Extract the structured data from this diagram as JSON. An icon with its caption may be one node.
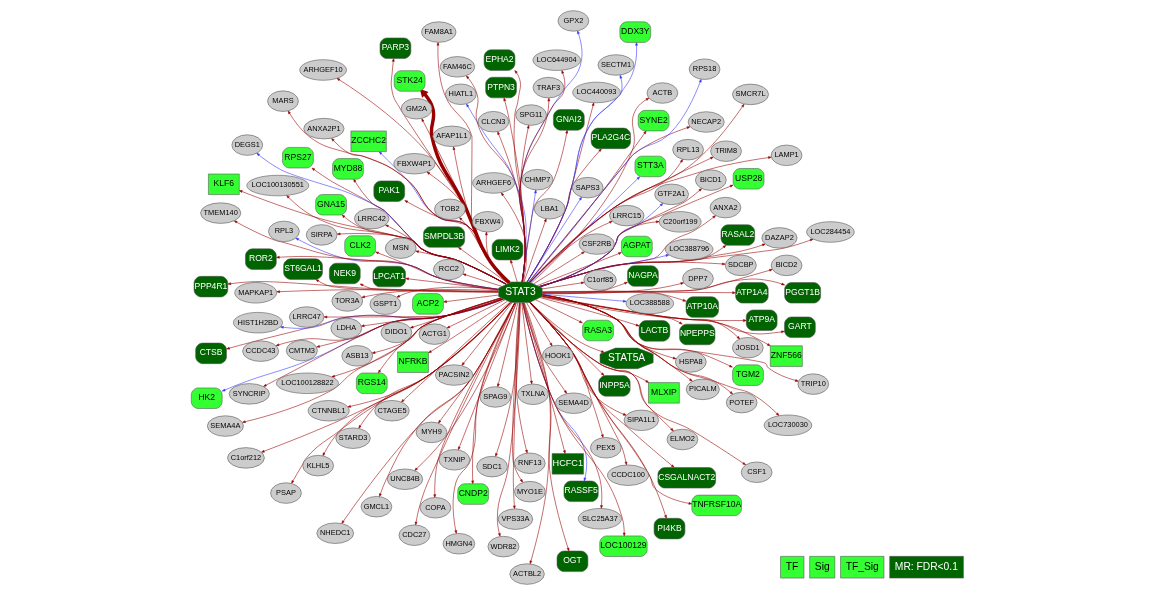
{
  "diagram": {
    "nodes": [
      {
        "text": [
          "STAT3"
        ]
      },
      {
        "text": [
          "STAT5A"
        ]
      },
      {
        "text": [
          "HCFC1"
        ]
      },
      {
        "text": [
          "ZCCHC2"
        ]
      },
      {
        "text": [
          "ZNF566"
        ]
      },
      {
        "text": [
          "KLF6"
        ]
      },
      {
        "text": [
          "NFRKB"
        ]
      },
      {
        "text": [
          "MLXIP"
        ]
      },
      {
        "text": [
          "RASSF5"
        ]
      },
      {
        "text": [
          "CSGALNACT2"
        ]
      },
      {
        "text": [
          "OGT"
        ]
      },
      {
        "text": [
          "LPCAT1"
        ]
      },
      {
        "text": [
          "ATP10A"
        ]
      },
      {
        "text": [
          "ATP1A4"
        ]
      },
      {
        "text": [
          "EPHA2"
        ]
      },
      {
        "text": [
          "PI4KB"
        ]
      },
      {
        "text": [
          "INPP5A"
        ]
      },
      {
        "text": [
          "PAK1"
        ]
      },
      {
        "text": [
          "GNA15"
        ]
      },
      {
        "text": [
          "RPS27"
        ]
      },
      {
        "text": [
          "HK2"
        ]
      },
      {
        "text": [
          "ACP2"
        ]
      },
      {
        "text": [
          "STT3A"
        ]
      },
      {
        "text": [
          "SYNE2"
        ]
      },
      {
        "text": [
          "STK24"
        ]
      },
      {
        "text": [
          "LOC100129"
        ]
      },
      {
        "text": [
          "AGPAT"
        ]
      },
      {
        "text": [
          "CLK2"
        ]
      },
      {
        "text": [
          "CNDP2"
        ]
      },
      {
        "text": [
          "TGM2"
        ]
      },
      {
        "text": [
          "DDX3Y"
        ]
      },
      {
        "text": [
          "RASA3"
        ]
      },
      {
        "text": [
          "RGS14"
        ]
      },
      {
        "text": [
          "MYD88"
        ]
      },
      {
        "text": [
          "USP28"
        ]
      },
      {
        "text": [
          "TNFRSF10A"
        ]
      },
      {
        "text": [
          "LIMK2"
        ]
      },
      {
        "text": [
          "PLA2G4C"
        ]
      },
      {
        "text": [
          "ST6GAL1"
        ]
      },
      {
        "text": [
          "ROR2"
        ]
      },
      {
        "text": [
          "PARP3"
        ]
      },
      {
        "text": [
          "SMPDL3B"
        ]
      },
      {
        "text": [
          "NEK9"
        ]
      },
      {
        "text": [
          "RASAL2"
        ]
      },
      {
        "text": [
          "GART"
        ]
      },
      {
        "text": [
          "CTSB"
        ]
      },
      {
        "text": [
          "LACTB"
        ]
      },
      {
        "text": [
          "NPEPPS"
        ]
      },
      {
        "text": [
          "ATP9A"
        ]
      },
      {
        "text": [
          "PGGT1B"
        ]
      },
      {
        "text": [
          "PPP4R1"
        ]
      },
      {
        "text": [
          "NAGPA"
        ]
      },
      {
        "text": [
          "GNAI2"
        ]
      },
      {
        "text": [
          "PTPN3"
        ]
      },
      {
        "text": [
          "ACTB"
        ]
      },
      {
        "text": [
          "ACTBL2"
        ]
      },
      {
        "text": [
          "ACTG1"
        ]
      },
      {
        "text": [
          "AFAP1L1"
        ]
      },
      {
        "text": [
          "ANXA2"
        ]
      },
      {
        "text": [
          "ANXA2P1"
        ]
      },
      {
        "text": [
          "ARHGEF10"
        ]
      },
      {
        "text": [
          "ARHGEF6"
        ]
      },
      {
        "text": [
          "ASB13"
        ]
      },
      {
        "text": [
          "BICD1"
        ]
      },
      {
        "text": [
          "BICD2"
        ]
      },
      {
        "text": [
          "C1orf212"
        ]
      },
      {
        "text": [
          "C1orf85"
        ]
      },
      {
        "text": [
          "C20orf199"
        ]
      },
      {
        "text": [
          "CCDC100"
        ]
      },
      {
        "text": [
          "CCDC43"
        ]
      },
      {
        "text": [
          "CDC27"
        ]
      },
      {
        "text": [
          "CHMP7"
        ]
      },
      {
        "text": [
          "CLCN3"
        ]
      },
      {
        "text": [
          "CMTM3"
        ]
      },
      {
        "text": [
          "COPA"
        ]
      },
      {
        "text": [
          "CSF1"
        ]
      },
      {
        "text": [
          "CSF2RB"
        ]
      },
      {
        "text": [
          "CTAGE5"
        ]
      },
      {
        "text": [
          "CTNNBL1"
        ]
      },
      {
        "text": [
          "DAZAP2"
        ]
      },
      {
        "text": [
          "DEGS1"
        ]
      },
      {
        "text": [
          "DIDO1"
        ]
      },
      {
        "text": [
          "DPP7"
        ]
      },
      {
        "text": [
          "ELMO2"
        ]
      },
      {
        "text": [
          "FAM46C"
        ]
      },
      {
        "text": [
          "FAM8A1"
        ]
      },
      {
        "text": [
          "FBXW4"
        ]
      },
      {
        "text": [
          "FBXW4P1"
        ]
      },
      {
        "text": [
          "GM2A"
        ]
      },
      {
        "text": [
          "GMCL1"
        ]
      },
      {
        "text": [
          "GPX2"
        ]
      },
      {
        "text": [
          "GSPT1"
        ]
      },
      {
        "text": [
          "GTF2A1"
        ]
      },
      {
        "text": [
          "HIATL1"
        ]
      },
      {
        "text": [
          "HIST1H2BD"
        ]
      },
      {
        "text": [
          "HMGN4"
        ]
      },
      {
        "text": [
          "HOOK1"
        ]
      },
      {
        "text": [
          "HSPA8"
        ]
      },
      {
        "text": [
          "JOSD1"
        ]
      },
      {
        "text": [
          "KLHL5"
        ]
      },
      {
        "text": [
          "LAMP1"
        ]
      },
      {
        "text": [
          "LBA1"
        ]
      },
      {
        "text": [
          "LDHA"
        ]
      },
      {
        "text": [
          "LOC100128822"
        ]
      },
      {
        "text": [
          "LOC100130551"
        ]
      },
      {
        "text": [
          "LOC284454"
        ]
      },
      {
        "text": [
          "LOC388588"
        ]
      },
      {
        "text": [
          "LOC388796"
        ]
      },
      {
        "text": [
          "LOC440093"
        ]
      },
      {
        "text": [
          "LOC644904"
        ]
      },
      {
        "text": [
          "LOC730030"
        ]
      },
      {
        "text": [
          "LRRC15"
        ]
      },
      {
        "text": [
          "LRRC42"
        ]
      },
      {
        "text": [
          "LRRC47"
        ]
      },
      {
        "text": [
          "MAPKAP1"
        ]
      },
      {
        "text": [
          "MARS"
        ]
      },
      {
        "text": [
          "MSN"
        ]
      },
      {
        "text": [
          "MYH9"
        ]
      },
      {
        "text": [
          "MYO1E"
        ]
      },
      {
        "text": [
          "NECAP2"
        ]
      },
      {
        "text": [
          "NHEDC1"
        ]
      },
      {
        "text": [
          "PACSIN2"
        ]
      },
      {
        "text": [
          "PEX5"
        ]
      },
      {
        "text": [
          "PICALM"
        ]
      },
      {
        "text": [
          "POTEF"
        ]
      },
      {
        "text": [
          "PSAP"
        ]
      },
      {
        "text": [
          "RCC2"
        ]
      },
      {
        "text": [
          "RNF13"
        ]
      },
      {
        "text": [
          "RPL13"
        ]
      },
      {
        "text": [
          "RPL3"
        ]
      },
      {
        "text": [
          "RPS18"
        ]
      },
      {
        "text": [
          "SAPS3"
        ]
      },
      {
        "text": [
          "SDC1"
        ]
      },
      {
        "text": [
          "SDCBP"
        ]
      },
      {
        "text": [
          "SECTM1"
        ]
      },
      {
        "text": [
          "SEMA4A"
        ]
      },
      {
        "text": [
          "SEMA4D"
        ]
      },
      {
        "text": [
          "SIPA1L1"
        ]
      },
      {
        "text": [
          "SIRPA"
        ]
      },
      {
        "text": [
          "SLC25A37"
        ]
      },
      {
        "text": [
          "SMCR7L"
        ]
      },
      {
        "text": [
          "SPAG9"
        ]
      },
      {
        "text": [
          "SPG11"
        ]
      },
      {
        "text": [
          "STARD3"
        ]
      },
      {
        "text": [
          "SYNCRIP"
        ]
      },
      {
        "text": [
          "TMEM140"
        ]
      },
      {
        "text": [
          "TOB2"
        ]
      },
      {
        "text": [
          "TOR3A"
        ]
      },
      {
        "text": [
          "TRAF3"
        ]
      },
      {
        "text": [
          "TRIM8"
        ]
      },
      {
        "text": [
          "TRIP10"
        ]
      },
      {
        "text": [
          "TXLNA"
        ]
      },
      {
        "text": [
          "TXNIP"
        ]
      },
      {
        "text": [
          "UNC84B"
        ]
      },
      {
        "text": [
          "VPS33A"
        ]
      },
      {
        "text": [
          "WDR82"
        ]
      }
    ],
    "edges": [
      {
        "from": 0,
        "to": 1,
        "arrow": "to"
      },
      {
        "from": 0,
        "to": 2,
        "arrow": "to"
      },
      {
        "from": 0,
        "to": 3,
        "arrow": "to",
        "color": "#3333ff"
      },
      {
        "from": 0,
        "to": 4,
        "arrow": "to"
      },
      {
        "from": 0,
        "to": 5,
        "arrow": "to"
      },
      {
        "from": 0,
        "to": 6,
        "arrow": "to"
      },
      {
        "from": 0,
        "to": 7,
        "arrow": "to"
      },
      {
        "from": 0,
        "to": 8,
        "arrow": "to",
        "color": "#3333ff"
      },
      {
        "from": 0,
        "to": 9,
        "arrow": "to"
      },
      {
        "from": 0,
        "to": 10,
        "arrow": "to"
      },
      {
        "from": 0,
        "to": 11,
        "arrow": "to"
      },
      {
        "from": 0,
        "to": 12,
        "arrow": "to"
      },
      {
        "from": 0,
        "to": 13,
        "arrow": "to"
      },
      {
        "from": 0,
        "to": 14,
        "arrow": "to"
      },
      {
        "from": 0,
        "to": 15,
        "arrow": "to"
      },
      {
        "from": 0,
        "to": 16,
        "arrow": "to"
      },
      {
        "from": 0,
        "to": 17,
        "arrow": "to"
      },
      {
        "from": 0,
        "to": 18,
        "arrow": "to"
      },
      {
        "from": 0,
        "to": 19,
        "arrow": "to"
      },
      {
        "from": 0,
        "to": 20,
        "arrow": "to",
        "color": "#3333ff"
      },
      {
        "from": 0,
        "to": 21,
        "arrow": "to"
      },
      {
        "from": 0,
        "to": 22,
        "arrow": "to",
        "color": "#3333ff"
      },
      {
        "from": 0,
        "to": 23,
        "arrow": "to"
      },
      {
        "from": 0,
        "to": 24,
        "arrow": "to",
        "style": "thick"
      },
      {
        "from": 0,
        "to": 25,
        "arrow": "to"
      },
      {
        "from": 0,
        "to": 26,
        "arrow": "to"
      },
      {
        "from": 0,
        "to": 27,
        "arrow": "to"
      },
      {
        "from": 0,
        "to": 28,
        "arrow": "to"
      },
      {
        "from": 0,
        "to": 29,
        "arrow": "to"
      },
      {
        "from": 0,
        "to": 30,
        "arrow": "to",
        "color": "#3333ff"
      },
      {
        "from": 0,
        "to": 31,
        "arrow": "to"
      },
      {
        "from": 0,
        "to": 32,
        "arrow": "to"
      },
      {
        "from": 0,
        "to": 33,
        "arrow": "to"
      },
      {
        "from": 0,
        "to": 34,
        "arrow": "to"
      },
      {
        "from": 0,
        "to": 35,
        "arrow": "to"
      },
      {
        "from": 0,
        "to": 36,
        "arrow": "to"
      },
      {
        "from": 0,
        "to": 37,
        "arrow": "to"
      },
      {
        "from": 0,
        "to": 38,
        "arrow": "to"
      },
      {
        "from": 0,
        "to": 39,
        "arrow": "to"
      },
      {
        "from": 0,
        "to": 40,
        "arrow": "to"
      },
      {
        "from": 0,
        "to": 41,
        "arrow": "to"
      },
      {
        "from": 0,
        "to": 42,
        "arrow": "to"
      },
      {
        "from": 0,
        "to": 43,
        "arrow": "to"
      },
      {
        "from": 0,
        "to": 44,
        "arrow": "to"
      },
      {
        "from": 0,
        "to": 45,
        "arrow": "to"
      },
      {
        "from": 0,
        "to": 46,
        "arrow": "to"
      },
      {
        "from": 0,
        "to": 47,
        "arrow": "to"
      },
      {
        "from": 0,
        "to": 48,
        "arrow": "to"
      },
      {
        "from": 0,
        "to": 49,
        "arrow": "to"
      },
      {
        "from": 0,
        "to": 50,
        "arrow": "to"
      },
      {
        "from": 0,
        "to": 51,
        "arrow": "to"
      },
      {
        "from": 0,
        "to": 52,
        "arrow": "to"
      },
      {
        "from": 0,
        "to": 53,
        "arrow": "to"
      },
      {
        "from": 0,
        "to": 54,
        "arrow": "to"
      },
      {
        "from": 0,
        "to": 55,
        "arrow": "to"
      },
      {
        "from": 0,
        "to": 56,
        "arrow": "to"
      },
      {
        "from": 0,
        "to": 57,
        "arrow": "to"
      },
      {
        "from": 0,
        "to": 58,
        "arrow": "to"
      },
      {
        "from": 0,
        "to": 59,
        "arrow": "to"
      },
      {
        "from": 0,
        "to": 60,
        "arrow": "to"
      },
      {
        "from": 0,
        "to": 61,
        "arrow": "to"
      },
      {
        "from": 0,
        "to": 62,
        "arrow": "to"
      },
      {
        "from": 0,
        "to": 63,
        "arrow": "to"
      },
      {
        "from": 0,
        "to": 64,
        "arrow": "to"
      },
      {
        "from": 0,
        "to": 65,
        "arrow": "to"
      },
      {
        "from": 0,
        "to": 66,
        "arrow": "to"
      },
      {
        "from": 0,
        "to": 67,
        "arrow": "to"
      },
      {
        "from": 0,
        "to": 68,
        "arrow": "to"
      },
      {
        "from": 0,
        "to": 69,
        "arrow": "to"
      },
      {
        "from": 0,
        "to": 70,
        "arrow": "to"
      },
      {
        "from": 0,
        "to": 71,
        "arrow": "to",
        "color": "#3333ff"
      },
      {
        "from": 0,
        "to": 72,
        "arrow": "to"
      },
      {
        "from": 0,
        "to": 73,
        "arrow": "to"
      },
      {
        "from": 0,
        "to": 74,
        "arrow": "to"
      },
      {
        "from": 0,
        "to": 75,
        "arrow": "to"
      },
      {
        "from": 0,
        "to": 76,
        "arrow": "to"
      },
      {
        "from": 0,
        "to": 77,
        "arrow": "to"
      },
      {
        "from": 0,
        "to": 78,
        "arrow": "to"
      },
      {
        "from": 0,
        "to": 79,
        "arrow": "to"
      },
      {
        "from": 0,
        "to": 80,
        "arrow": "to",
        "color": "#3333ff"
      },
      {
        "from": 0,
        "to": 81,
        "arrow": "to"
      },
      {
        "from": 0,
        "to": 82,
        "arrow": "to"
      },
      {
        "from": 0,
        "to": 83,
        "arrow": "to"
      },
      {
        "from": 0,
        "to": 84,
        "arrow": "to"
      },
      {
        "from": 0,
        "to": 85,
        "arrow": "to"
      },
      {
        "from": 0,
        "to": 86,
        "arrow": "to"
      },
      {
        "from": 0,
        "to": 87,
        "arrow": "to"
      },
      {
        "from": 0,
        "to": 88,
        "arrow": "to"
      },
      {
        "from": 0,
        "to": 89,
        "arrow": "to"
      },
      {
        "from": 0,
        "to": 90,
        "arrow": "to",
        "color": "#3333ff"
      },
      {
        "from": 0,
        "to": 91,
        "arrow": "to"
      },
      {
        "from": 0,
        "to": 92,
        "arrow": "to",
        "color": "#3333ff"
      },
      {
        "from": 0,
        "to": 93,
        "arrow": "to",
        "color": "#3333ff"
      },
      {
        "from": 0,
        "to": 94,
        "arrow": "to",
        "color": "#3333ff"
      },
      {
        "from": 0,
        "to": 95,
        "arrow": "to"
      },
      {
        "from": 0,
        "to": 96,
        "arrow": "to"
      },
      {
        "from": 0,
        "to": 97,
        "arrow": "to"
      },
      {
        "from": 0,
        "to": 98,
        "arrow": "to"
      },
      {
        "from": 0,
        "to": 99,
        "arrow": "to"
      },
      {
        "from": 0,
        "to": 100,
        "arrow": "to"
      },
      {
        "from": 0,
        "to": 101,
        "arrow": "to"
      },
      {
        "from": 0,
        "to": 102,
        "arrow": "to"
      },
      {
        "from": 0,
        "to": 103,
        "arrow": "to"
      },
      {
        "from": 0,
        "to": 104,
        "arrow": "to"
      },
      {
        "from": 0,
        "to": 105,
        "arrow": "to"
      },
      {
        "from": 0,
        "to": 106,
        "arrow": "to",
        "color": "#3333ff"
      },
      {
        "from": 0,
        "to": 107,
        "arrow": "to",
        "color": "#3333ff"
      },
      {
        "from": 0,
        "to": 108,
        "arrow": "to"
      },
      {
        "from": 0,
        "to": 109,
        "arrow": "to"
      },
      {
        "from": 0,
        "to": 110,
        "arrow": "to"
      },
      {
        "from": 0,
        "to": 111,
        "arrow": "to"
      },
      {
        "from": 0,
        "to": 112,
        "arrow": "to"
      },
      {
        "from": 0,
        "to": 113,
        "arrow": "to"
      },
      {
        "from": 0,
        "to": 114,
        "arrow": "to"
      },
      {
        "from": 0,
        "to": 115,
        "arrow": "to"
      },
      {
        "from": 0,
        "to": 116,
        "arrow": "to"
      },
      {
        "from": 0,
        "to": 117,
        "arrow": "to"
      },
      {
        "from": 0,
        "to": 118,
        "arrow": "to"
      },
      {
        "from": 0,
        "to": 119,
        "arrow": "to"
      },
      {
        "from": 0,
        "to": 120,
        "arrow": "to"
      },
      {
        "from": 0,
        "to": 121,
        "arrow": "to"
      },
      {
        "from": 0,
        "to": 122,
        "arrow": "to"
      },
      {
        "from": 0,
        "to": 123,
        "arrow": "to"
      },
      {
        "from": 0,
        "to": 124,
        "arrow": "to"
      },
      {
        "from": 0,
        "to": 125,
        "arrow": "to"
      },
      {
        "from": 0,
        "to": 126,
        "arrow": "to"
      },
      {
        "from": 0,
        "to": 127,
        "arrow": "to"
      },
      {
        "from": 0,
        "to": 128,
        "arrow": "to"
      },
      {
        "from": 0,
        "to": 129,
        "arrow": "to",
        "color": "#3333ff"
      },
      {
        "from": 0,
        "to": 130,
        "arrow": "to",
        "color": "#3333ff"
      },
      {
        "from": 0,
        "to": 131,
        "arrow": "to",
        "color": "#3333ff"
      },
      {
        "from": 0,
        "to": 132,
        "arrow": "to"
      },
      {
        "from": 0,
        "to": 133,
        "arrow": "to"
      },
      {
        "from": 0,
        "to": 134,
        "arrow": "to",
        "color": "#3333ff"
      },
      {
        "from": 0,
        "to": 135,
        "arrow": "to"
      },
      {
        "from": 0,
        "to": 136,
        "arrow": "to"
      },
      {
        "from": 0,
        "to": 137,
        "arrow": "to"
      },
      {
        "from": 0,
        "to": 138,
        "arrow": "to"
      },
      {
        "from": 0,
        "to": 139,
        "arrow": "to"
      },
      {
        "from": 0,
        "to": 140,
        "arrow": "to"
      },
      {
        "from": 0,
        "to": 141,
        "arrow": "to"
      },
      {
        "from": 0,
        "to": 142,
        "arrow": "to"
      },
      {
        "from": 0,
        "to": 143,
        "arrow": "to"
      },
      {
        "from": 0,
        "to": 144,
        "arrow": "to"
      },
      {
        "from": 0,
        "to": 145,
        "arrow": "to"
      },
      {
        "from": 0,
        "to": 146,
        "arrow": "to"
      },
      {
        "from": 0,
        "to": 147,
        "arrow": "to"
      },
      {
        "from": 0,
        "to": 148,
        "arrow": "to"
      },
      {
        "from": 0,
        "to": 149,
        "arrow": "to"
      },
      {
        "from": 0,
        "to": 150,
        "arrow": "to"
      },
      {
        "from": 0,
        "to": 151,
        "arrow": "to"
      },
      {
        "from": 0,
        "to": 152,
        "arrow": "to"
      },
      {
        "from": 0,
        "to": 153,
        "arrow": "to"
      },
      {
        "from": 0,
        "to": 154,
        "arrow": "to"
      },
      {
        "from": 0,
        "to": 155,
        "arrow": "to"
      }
    ],
    "legend": [
      {
        "text": "TF",
        "color": "#33ff33"
      },
      {
        "text": "Sig",
        "color": "#33ff33"
      },
      {
        "text": "TF_Sig",
        "color": "#33ff33"
      },
      {
        "text": "MR: FDR<0.1",
        "color": "#006400"
      }
    ]
  }
}
